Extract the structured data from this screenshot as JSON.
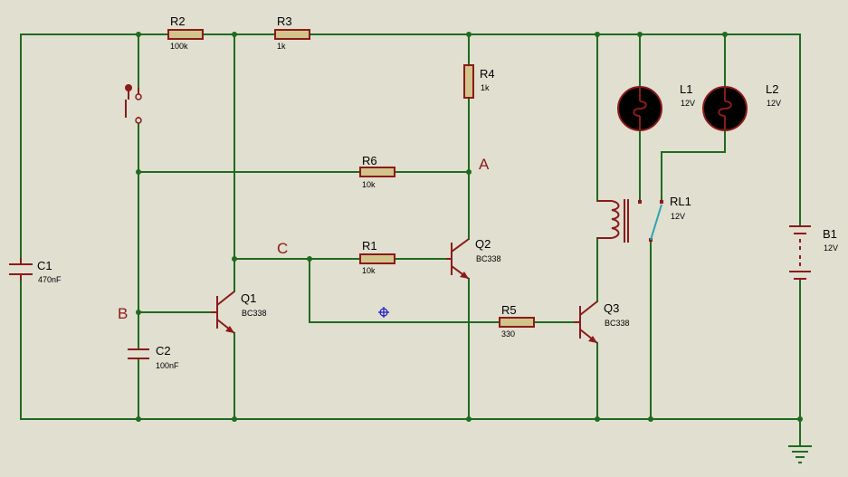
{
  "schematic": {
    "components": [
      {
        "id": "R2",
        "ref": "R2",
        "value": "100k"
      },
      {
        "id": "R3",
        "ref": "R3",
        "value": "1k"
      },
      {
        "id": "R4",
        "ref": "R4",
        "value": "1k"
      },
      {
        "id": "R6",
        "ref": "R6",
        "value": "10k"
      },
      {
        "id": "R1",
        "ref": "R1",
        "value": "10k"
      },
      {
        "id": "R5",
        "ref": "R5",
        "value": "330"
      },
      {
        "id": "C1",
        "ref": "C1",
        "value": "470nF"
      },
      {
        "id": "C2",
        "ref": "C2",
        "value": "100nF"
      },
      {
        "id": "Q1",
        "ref": "Q1",
        "value": "BC338"
      },
      {
        "id": "Q2",
        "ref": "Q2",
        "value": "BC338"
      },
      {
        "id": "Q3",
        "ref": "Q3",
        "value": "BC338"
      },
      {
        "id": "L1",
        "ref": "L1",
        "value": "12V"
      },
      {
        "id": "L2",
        "ref": "L2",
        "value": "12V"
      },
      {
        "id": "RL1",
        "ref": "RL1",
        "value": "12V"
      },
      {
        "id": "B1",
        "ref": "B1",
        "value": "12V"
      }
    ],
    "nodes": [
      "A",
      "B",
      "C"
    ]
  },
  "colors": {
    "background": "#e0dfd0",
    "wire": "#1f6b1f",
    "symbol": "#8b1a1a",
    "resistor_fill": "#d2c48a",
    "lamp_fill": "#000000",
    "relay_contact": "#2aa5b5",
    "cursor": "#1a1acc"
  },
  "icons": [
    "push-button-icon",
    "lamp-icon",
    "relay-coil-icon",
    "ground-icon",
    "battery-icon",
    "cursor-crosshair-icon"
  ]
}
